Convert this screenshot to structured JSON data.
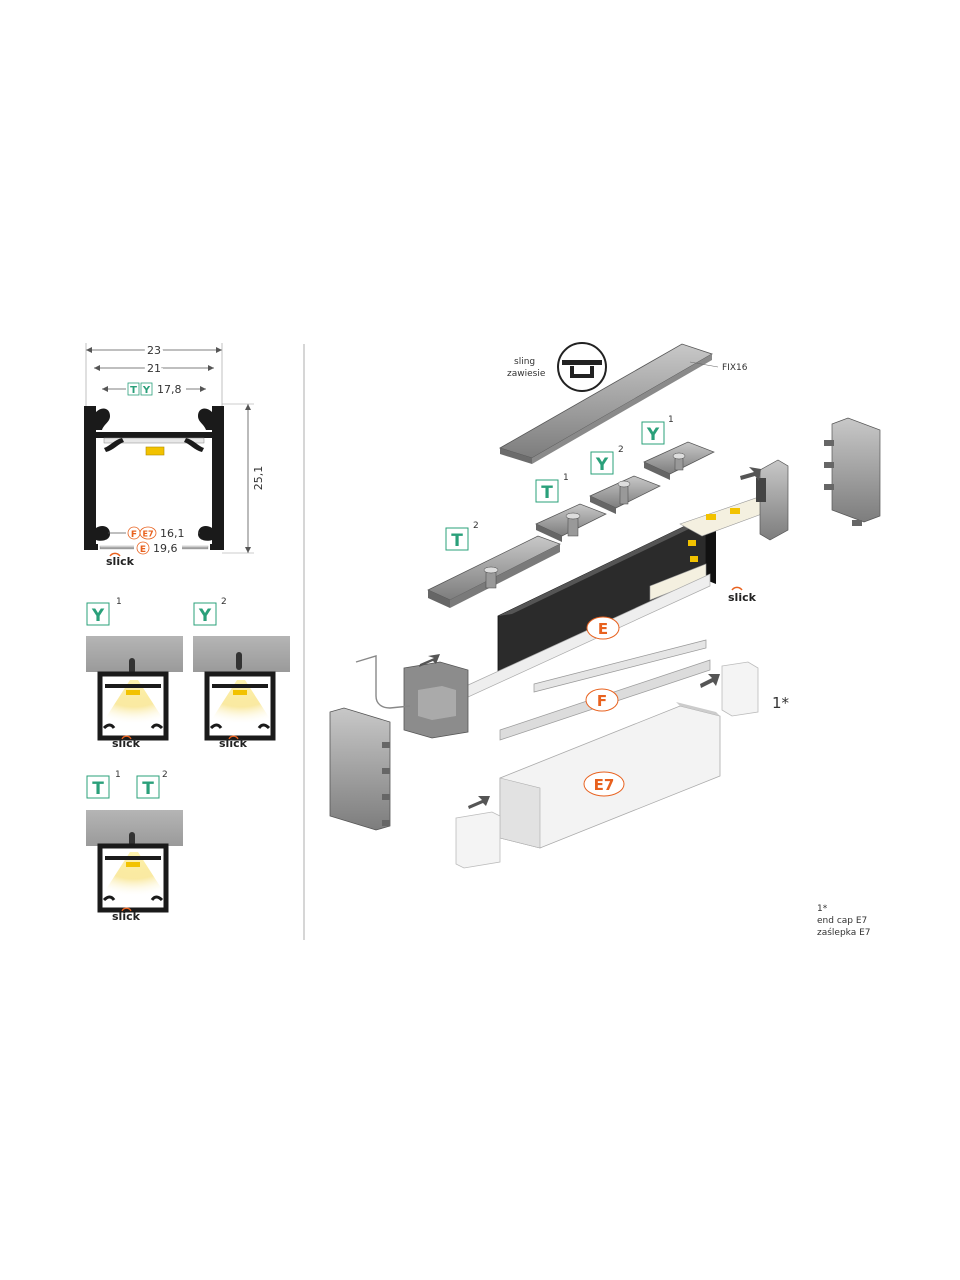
{
  "dims": {
    "width_outer": "23",
    "width_inner": "21",
    "ty_badge": "T",
    "ty_badge2": "Y",
    "ty_value": "17,8",
    "height": "25,1",
    "fe7_badge": "F",
    "fe7_badge2": "E7",
    "fe7_value": "16,1",
    "e_badge": "E",
    "e_value": "19,6"
  },
  "brand": "slick",
  "mount_labels": {
    "y1": "Y",
    "y1_sup": "1",
    "y2": "Y",
    "y2_sup": "2",
    "t1": "T",
    "t1_sup": "1",
    "t2": "T",
    "t2_sup": "2"
  },
  "exploded": {
    "sling_line1": "sling",
    "sling_line2": "zawiesie",
    "fix16": "FIX16",
    "y1": "Y",
    "y1_sup": "1",
    "y2": "Y",
    "y2_sup": "2",
    "t1": "T",
    "t1_sup": "1",
    "t2": "T",
    "t2_sup": "2",
    "e": "E",
    "f": "F",
    "e7": "E7",
    "one_star": "1*"
  },
  "footnote": {
    "line1": "1*",
    "line2": "end cap E7",
    "line3": "zaślepka E7"
  },
  "colors": {
    "green": "#2aa07a",
    "orange": "#e8611e",
    "profile": "#1a1a1a",
    "grey": "#9a9a9a"
  }
}
